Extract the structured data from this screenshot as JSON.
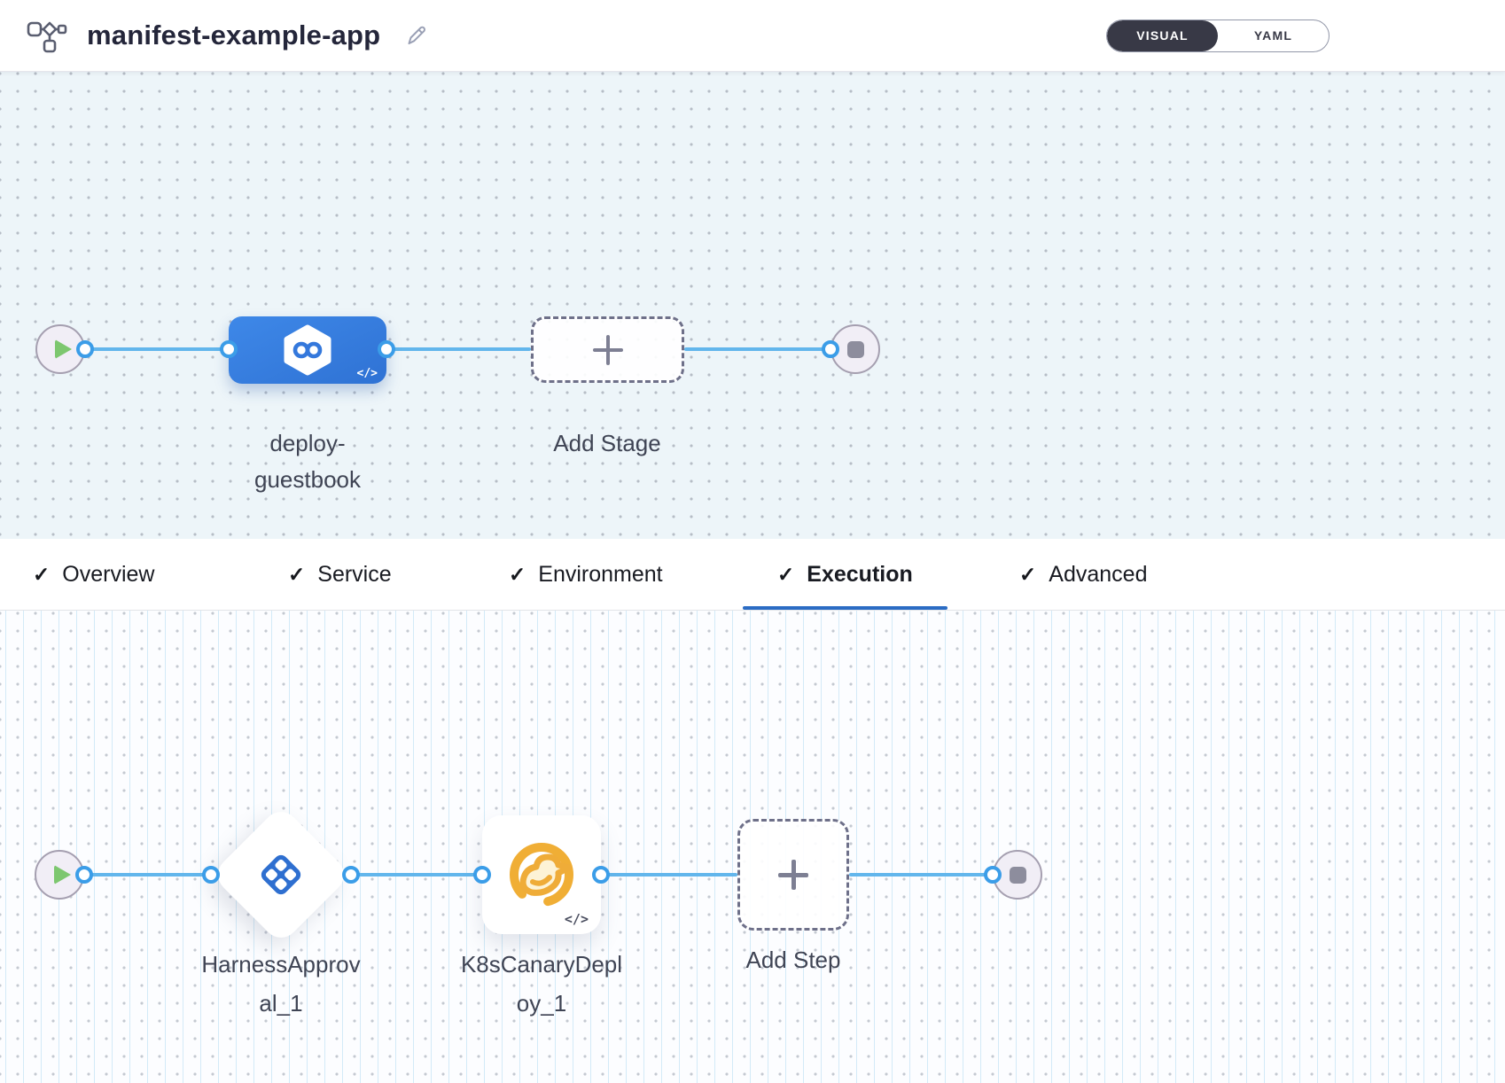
{
  "header": {
    "title": "manifest-example-app",
    "view_toggle": {
      "visual": "VISUAL",
      "yaml": "YAML",
      "selected": "VISUAL"
    }
  },
  "glyphs": {
    "check": "✓",
    "code_badge": "</>"
  },
  "pipeline_canvas": {
    "stage_name": "deploy-guestbook",
    "add_stage_label": "Add Stage"
  },
  "tabs": [
    {
      "label": "Overview",
      "checked": true,
      "active": false
    },
    {
      "label": "Service",
      "checked": true,
      "active": false
    },
    {
      "label": "Environment",
      "checked": true,
      "active": false
    },
    {
      "label": "Execution",
      "checked": true,
      "active": true
    },
    {
      "label": "Advanced",
      "checked": true,
      "active": false
    }
  ],
  "execution_canvas": {
    "step1_name": "HarnessApproval_1",
    "step2_name": "K8sCanaryDeploy_1",
    "add_step_label": "Add Step"
  },
  "colors": {
    "accent_underline": "#2b6cc4",
    "connector_blue": "#62b6ec",
    "stage_blue": "#3680e0",
    "approval_blue": "#2e6fd0",
    "canary_yellow": "#f0ae35",
    "toggle_dark": "#383946",
    "canvas_top_bg": "#edf5f9",
    "canvas_bottom_bg": "#fcfdff"
  }
}
